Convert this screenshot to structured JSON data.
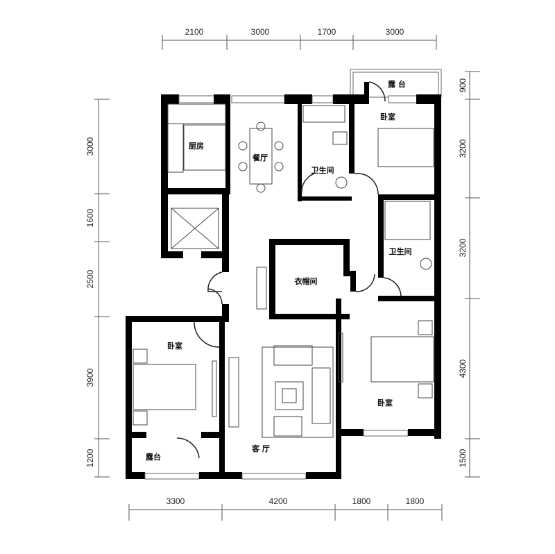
{
  "dimensions": {
    "top": [
      "2100",
      "3000",
      "1700",
      "3000"
    ],
    "bottom": [
      "3300",
      "4200",
      "1800",
      "1800"
    ],
    "left": [
      "3000",
      "1600",
      "2500",
      "3900",
      "1200"
    ],
    "right": [
      "900",
      "3200",
      "3200",
      "4300",
      "1500"
    ]
  },
  "rooms": {
    "kitchen": "厨房",
    "dining": "餐厅",
    "bathroom_1": "卫生间",
    "bathroom_2": "卫生间",
    "terrace_top": "露 台",
    "bedroom_top_right": "卧室",
    "walk_in_closet": "衣帽间",
    "bedroom_right": "卧室",
    "bedroom_left": "卧室",
    "terrace_bottom": "露台",
    "living_room": "客 厅"
  }
}
